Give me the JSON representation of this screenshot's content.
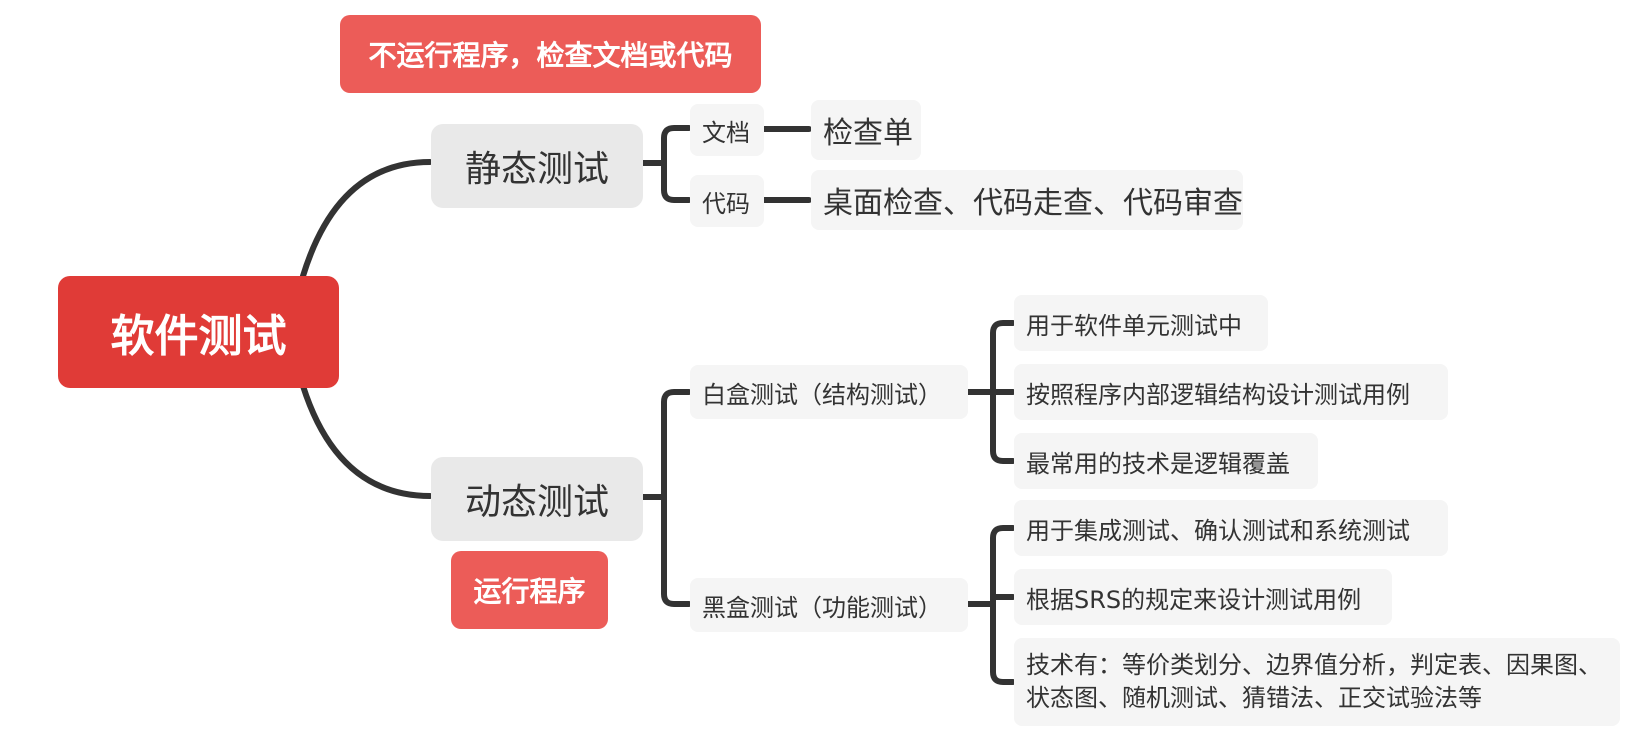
{
  "root": {
    "label": "软件测试"
  },
  "static_test": {
    "label": "静态测试",
    "note": "不运行程序，检查文档或代码",
    "children": [
      {
        "label": "文档",
        "leaf": "检查单"
      },
      {
        "label": "代码",
        "leaf": "桌面检查、代码走查、代码审查"
      }
    ]
  },
  "dynamic_test": {
    "label": "动态测试",
    "note": "运行程序",
    "children": [
      {
        "label": "白盒测试（结构测试）",
        "leaves": [
          "用于软件单元测试中",
          "按照程序内部逻辑结构设计测试用例",
          "最常用的技术是逻辑覆盖"
        ]
      },
      {
        "label": "黑盒测试（功能测试）",
        "leaves": [
          "用于集成测试、确认测试和系统测试",
          "根据SRS的规定来设计测试用例",
          "技术有：等价类划分、边界值分析，判定表、因果图、状态图、随机测试、猜错法、正交试验法等"
        ]
      }
    ]
  },
  "colors": {
    "root": "#e03b37",
    "callout": "#ec5c58",
    "connector": "#333333",
    "main_topic": "#e9e9e9",
    "subtopic": "#f5f5f5"
  }
}
